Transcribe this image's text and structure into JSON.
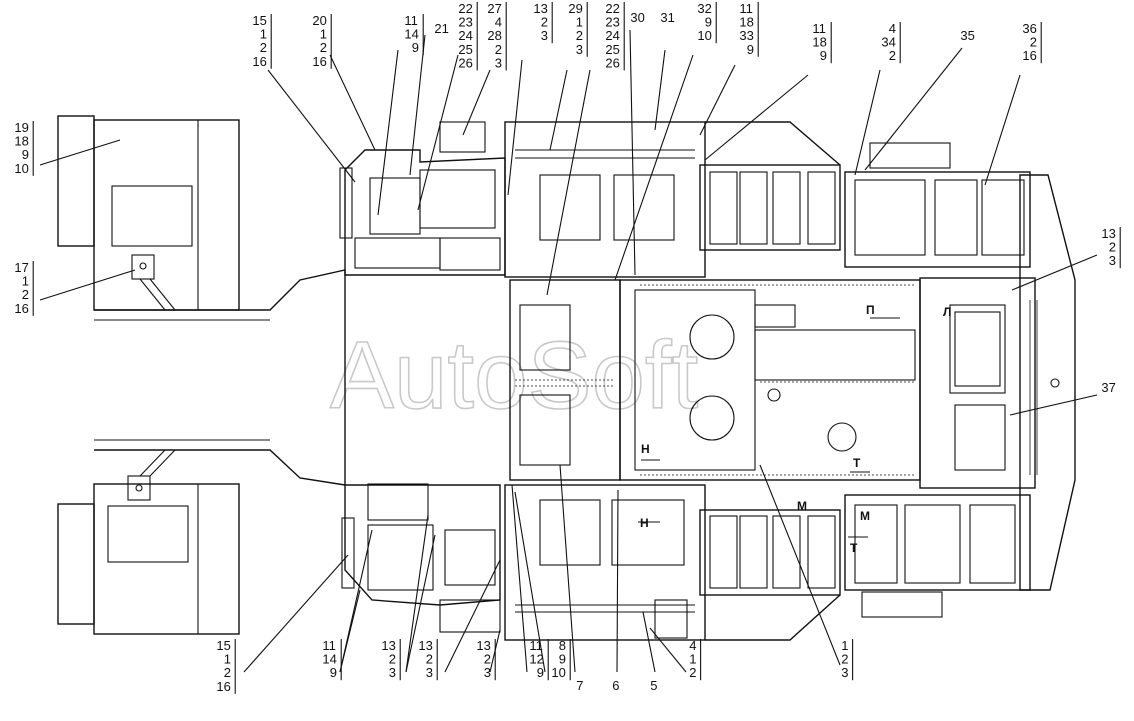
{
  "watermark": "AutoSoft",
  "callouts_top": [
    {
      "lines": [
        "15",
        "1",
        "2",
        "16"
      ]
    },
    {
      "lines": [
        "20",
        "1",
        "2",
        "16"
      ]
    },
    {
      "lines": [
        "21"
      ]
    },
    {
      "lines": [
        "11",
        "14",
        "9"
      ]
    },
    {
      "lines": [
        "22",
        "23",
        "24",
        "25",
        "26"
      ]
    },
    {
      "lines": [
        "27",
        "4",
        "28",
        "2",
        "3"
      ]
    },
    {
      "lines": [
        "13",
        "2",
        "3"
      ]
    },
    {
      "lines": [
        "29",
        "1",
        "2",
        "3"
      ]
    },
    {
      "lines": [
        "22",
        "23",
        "24",
        "25",
        "26"
      ]
    },
    {
      "lines": [
        "30"
      ]
    },
    {
      "lines": [
        "31"
      ]
    },
    {
      "lines": [
        "32",
        "9",
        "10"
      ]
    },
    {
      "lines": [
        "11",
        "18",
        "33",
        "9"
      ]
    },
    {
      "lines": [
        "11",
        "18",
        "9"
      ]
    },
    {
      "lines": [
        "4",
        "34",
        "2"
      ]
    },
    {
      "lines": [
        "35"
      ]
    },
    {
      "lines": [
        "36",
        "2",
        "16"
      ]
    }
  ],
  "callouts_left": [
    {
      "lines": [
        "19",
        "18",
        "9",
        "10"
      ]
    },
    {
      "lines": [
        "17",
        "1",
        "2",
        "16"
      ]
    }
  ],
  "callouts_right": [
    {
      "lines": [
        "13",
        "2",
        "3"
      ]
    },
    {
      "lines": [
        "37"
      ]
    }
  ],
  "callouts_bottom": [
    {
      "lines": [
        "15",
        "1",
        "2",
        "16"
      ]
    },
    {
      "lines": [
        "11",
        "14",
        "9"
      ]
    },
    {
      "lines": [
        "13",
        "2",
        "3"
      ]
    },
    {
      "lines": [
        "13",
        "2",
        "3"
      ]
    },
    {
      "lines": [
        "13",
        "2",
        "3"
      ]
    },
    {
      "lines": [
        "11",
        "12",
        "9"
      ]
    },
    {
      "lines": [
        "8",
        "9",
        "10"
      ]
    },
    {
      "lines": [
        "7"
      ]
    },
    {
      "lines": [
        "6"
      ]
    },
    {
      "lines": [
        "5"
      ]
    },
    {
      "lines": [
        "4",
        "1",
        "2"
      ]
    },
    {
      "lines": [
        "1",
        "2",
        "3"
      ]
    }
  ],
  "section_marks": [
    "Н",
    "Н",
    "Т",
    "Т",
    "М",
    "М",
    "П",
    "Л"
  ]
}
